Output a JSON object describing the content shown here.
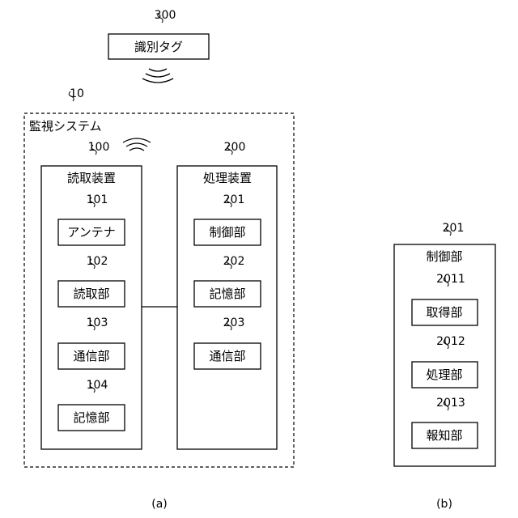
{
  "tag": {
    "ref": "300",
    "label": "識別タグ"
  },
  "system": {
    "ref": "10",
    "label": "監視システム"
  },
  "reader": {
    "ref": "100",
    "label": "読取装置",
    "parts": [
      {
        "ref": "101",
        "label": "アンテナ"
      },
      {
        "ref": "102",
        "label": "読取部"
      },
      {
        "ref": "103",
        "label": "通信部"
      },
      {
        "ref": "104",
        "label": "記憶部"
      }
    ]
  },
  "processor": {
    "ref": "200",
    "label": "処理装置",
    "parts": [
      {
        "ref": "201",
        "label": "制御部"
      },
      {
        "ref": "202",
        "label": "記憶部"
      },
      {
        "ref": "203",
        "label": "通信部"
      }
    ]
  },
  "control": {
    "ref": "201",
    "label": "制御部",
    "parts": [
      {
        "ref": "2011",
        "label": "取得部"
      },
      {
        "ref": "2012",
        "label": "処理部"
      },
      {
        "ref": "2013",
        "label": "報知部"
      }
    ]
  },
  "captions": {
    "a": "(a)",
    "b": "(b)"
  }
}
